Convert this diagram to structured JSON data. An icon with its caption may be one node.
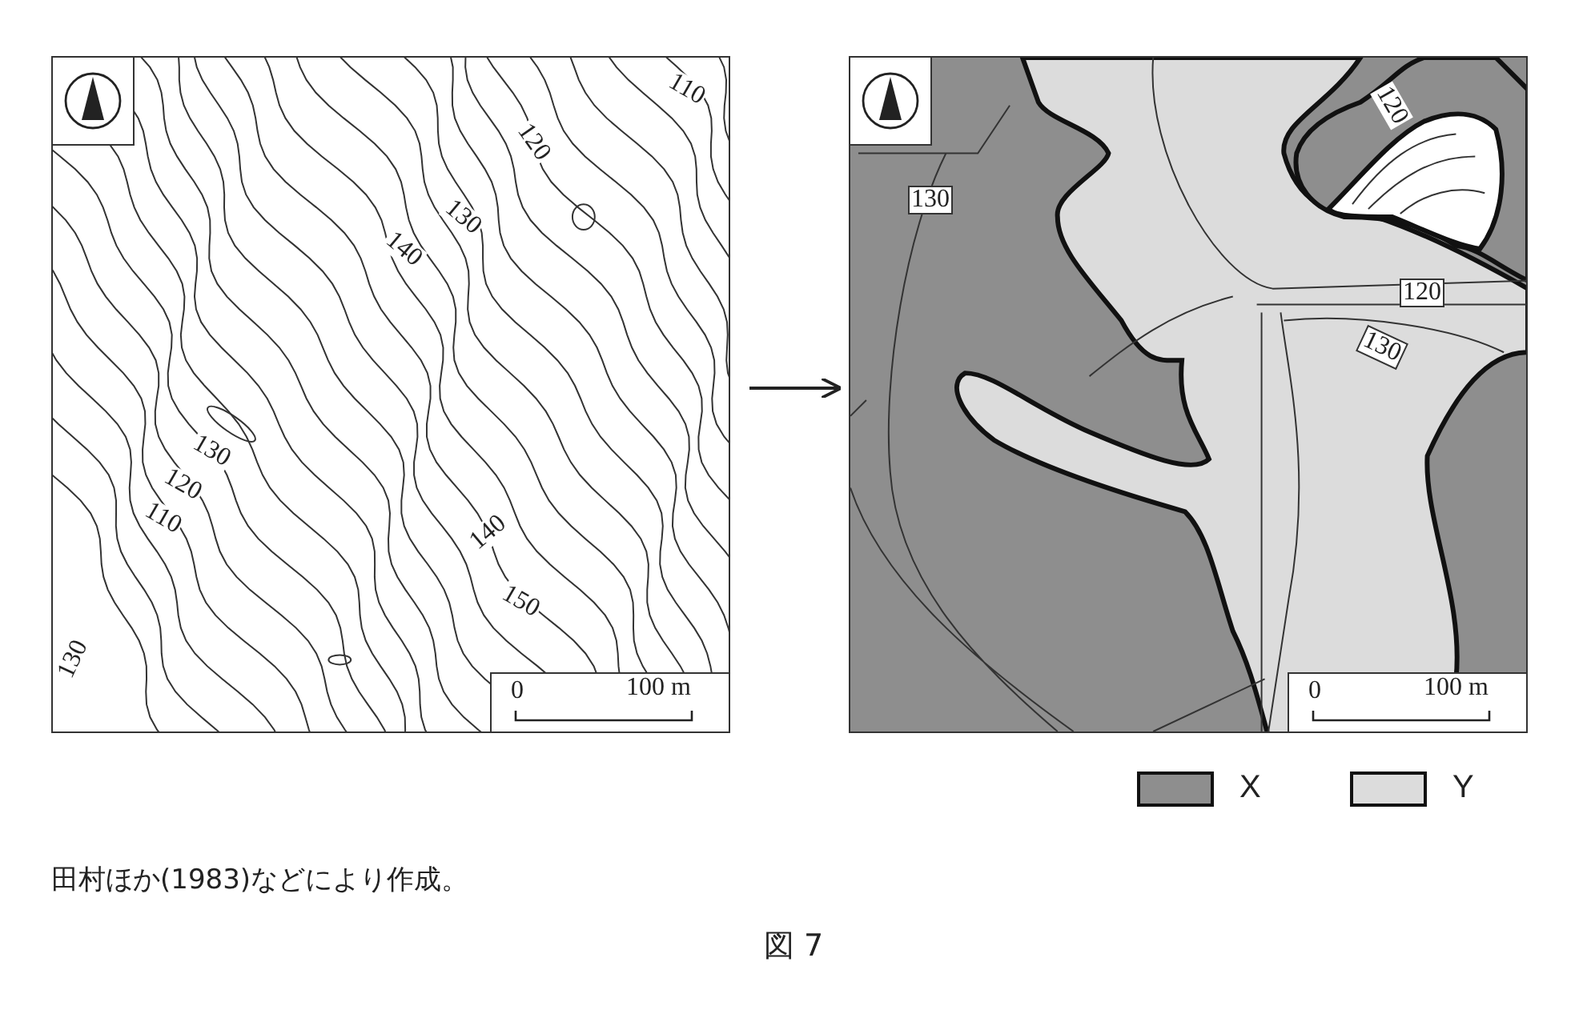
{
  "diagram": {
    "caption": "図 7",
    "nodes": [
      {
        "text": [],
        "shape": "picture"
      },
      {
        "text": [],
        "shape": "picture"
      }
    ],
    "edges": [
      {
        "from": 0,
        "to": 1,
        "arrow": "to"
      }
    ],
    "labels": [
      "110",
      "120",
      "130",
      "140",
      "130",
      "120",
      "110",
      "140",
      "150",
      "130",
      "0",
      "100 m",
      "130",
      "120",
      "120",
      "130",
      "0",
      "100 m",
      "田村ほか(1983)などにより作成。"
    ],
    "legend": [
      {
        "text": "X",
        "color": "#8e8e8e"
      },
      {
        "text": "Y",
        "color": "#dcdcdc"
      }
    ]
  }
}
